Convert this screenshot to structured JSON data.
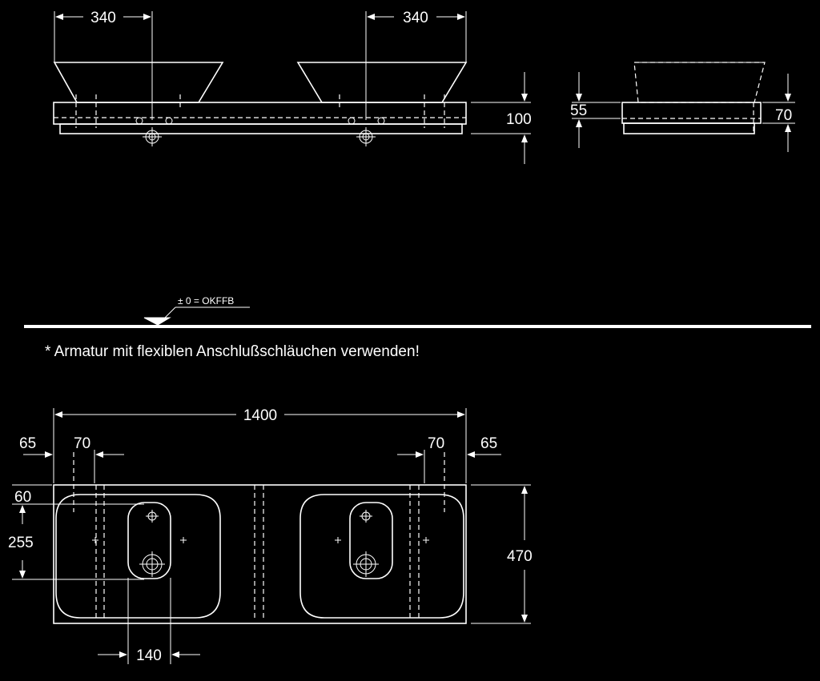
{
  "front_view": {
    "dim_left_bowl": "340",
    "dim_right_bowl": "340",
    "dim_total_height": "100"
  },
  "side_view": {
    "dim_slab_top": "55",
    "dim_slab_height": "70"
  },
  "floor": {
    "level_label": "± 0 = OKFFB"
  },
  "note": "* Armatur mit flexiblen Anschlußschläuchen verwenden!",
  "top_view": {
    "dim_width": "1400",
    "dim_left_edge": "65",
    "dim_left_tap": "70",
    "dim_right_tap": "70",
    "dim_right_edge": "65",
    "dim_depth_offset": "60",
    "dim_bowl_depth": "255",
    "dim_depth": "470",
    "dim_tap_spacing": "140"
  }
}
